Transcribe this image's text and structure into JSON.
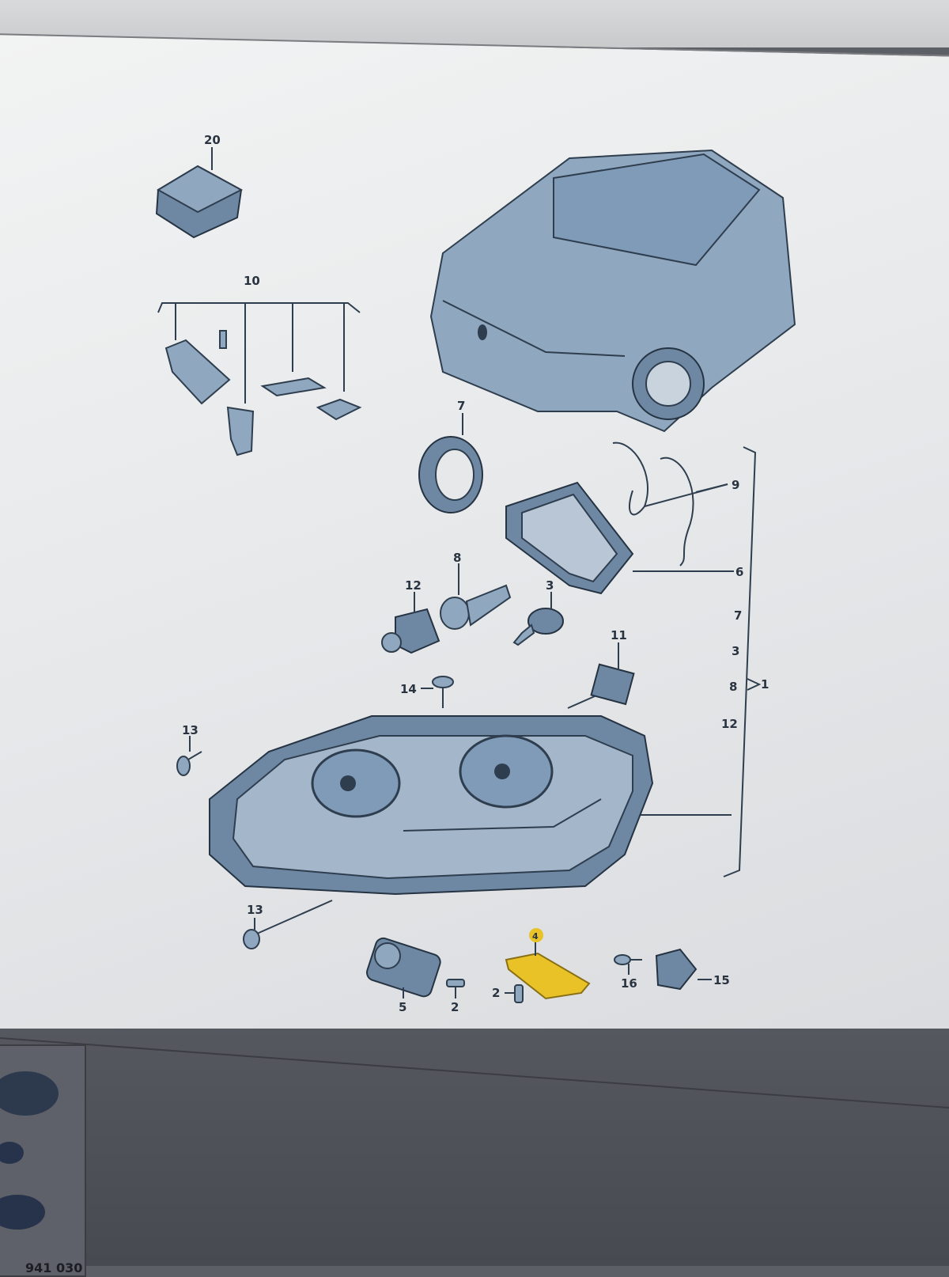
{
  "diagram": {
    "callouts": {
      "relay": "20",
      "bracket_set": "10",
      "seal_ring": "7",
      "wiring_clips": "9",
      "cover_cap": "6",
      "bulb_8": "8",
      "bulb_holder": "12",
      "bulb_3": "3",
      "xenon_bulb": "11",
      "screw_14": "14",
      "screw_13_top": "13",
      "screw_13_bottom": "13",
      "control_unit": "4",
      "screw_2_left": "2",
      "screw_2_right": "2",
      "ignitor_module": "5",
      "screw_16": "16",
      "bracket_15": "15"
    },
    "bracket_group": {
      "items": [
        "7",
        "3",
        "8",
        "12"
      ],
      "assembly": "1"
    },
    "highlight_color": "#e8c227",
    "part_color": "#8fa7bf"
  },
  "thumbnail": {
    "label": "941 030"
  }
}
